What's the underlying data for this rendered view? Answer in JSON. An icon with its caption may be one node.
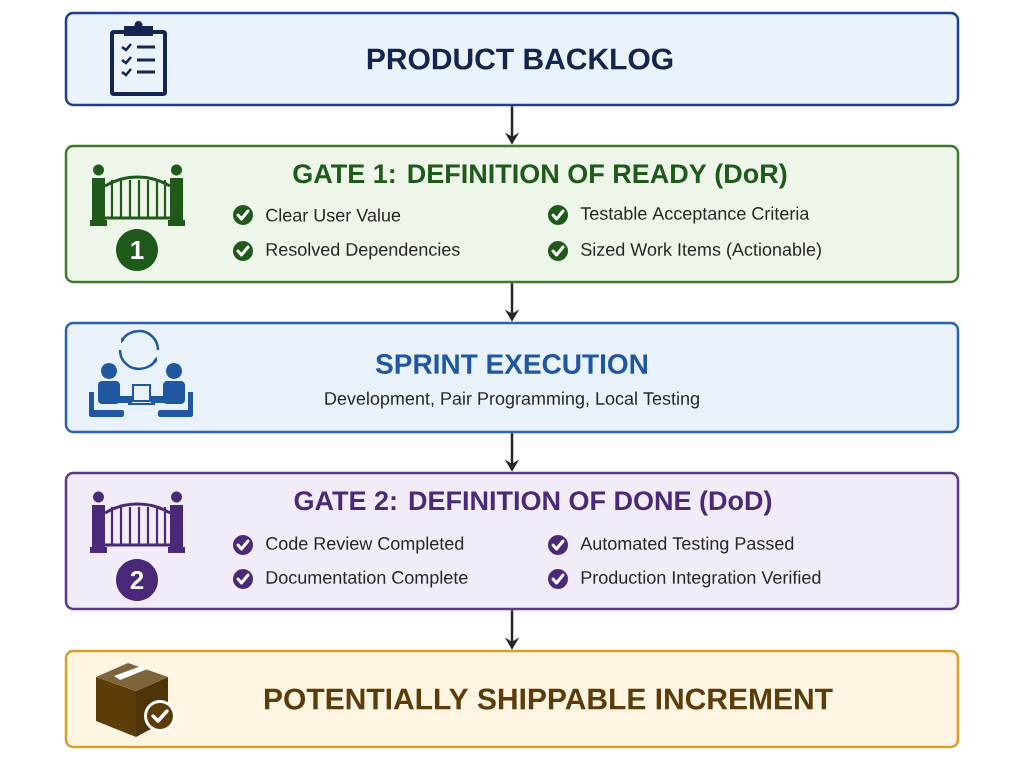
{
  "diagram": {
    "nodes": [
      {
        "text": [
          "PRODUCT BACKLOG"
        ]
      },
      {
        "text": [
          "GATE 1: DEFINITION OF READY (DoR)",
          "Clear User Value",
          "Testable Acceptance Criteria",
          "Resolved Dependencies",
          "Sized Work Items (Actionable)"
        ]
      },
      {
        "text": [
          "1"
        ],
        "in": 1
      },
      {
        "text": [
          "SPRINT EXECUTION",
          "Development, Pair Programming, Local Testing"
        ]
      },
      {
        "text": [
          "GATE 2: DEFINITION OF DONE (DoD)",
          "Code Review Completed",
          "Automated Testing Passed",
          "Documentation Complete",
          "Production Integration Verified"
        ]
      },
      {
        "text": [
          "2"
        ],
        "in": 4
      },
      {
        "text": [
          "POTENTIALLY SHIPPABLE INCREMENT"
        ]
      }
    ],
    "edges": [
      {
        "from": 0,
        "to": 1,
        "arrow": "to"
      },
      {
        "from": 1,
        "to": 3,
        "arrow": "to"
      },
      {
        "from": 3,
        "to": 4,
        "arrow": "to"
      },
      {
        "from": 4,
        "to": 6,
        "arrow": "to"
      }
    ]
  }
}
